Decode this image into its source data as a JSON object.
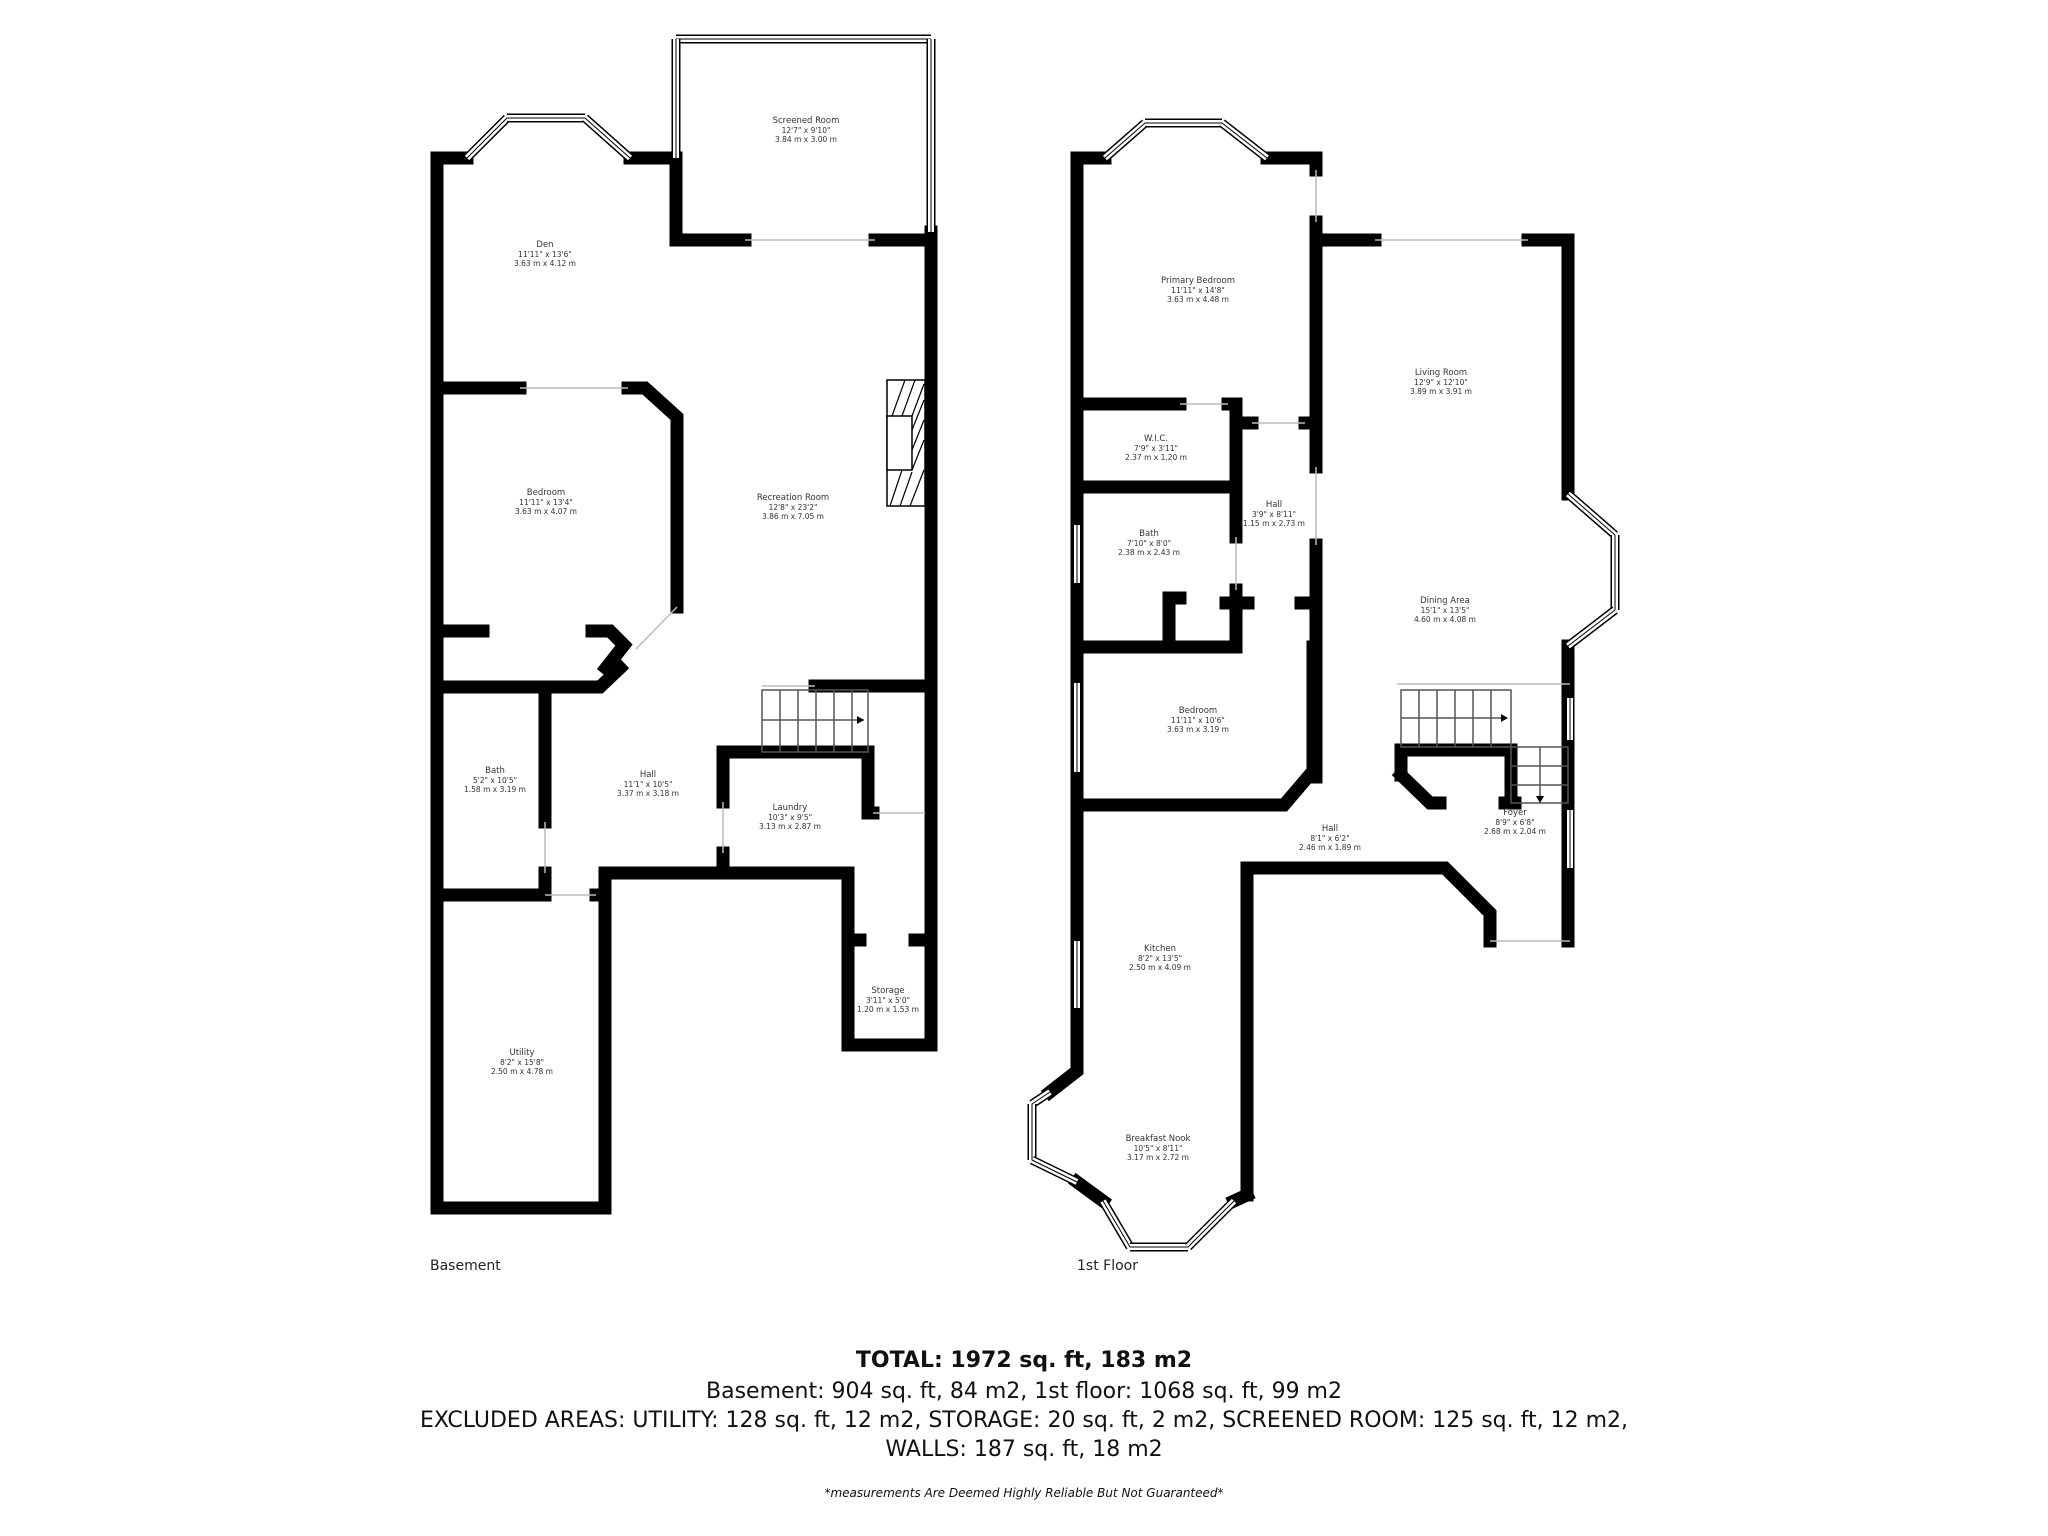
{
  "basement": {
    "label": "Basement",
    "rooms": [
      {
        "name": "Screened Room",
        "imperial": "12'7\" x 9'10\"",
        "metric": "3.84 m x 3.00 m"
      },
      {
        "name": "Den",
        "imperial": "11'11\" x 13'6\"",
        "metric": "3.63 m x 4.12 m"
      },
      {
        "name": "Bedroom",
        "imperial": "11'11\" x 13'4\"",
        "metric": "3.63 m x 4.07 m"
      },
      {
        "name": "Recreation Room",
        "imperial": "12'8\" x 23'2\"",
        "metric": "3.86 m x 7.05 m"
      },
      {
        "name": "Bath",
        "imperial": "5'2\" x 10'5\"",
        "metric": "1.58 m x 3.19 m"
      },
      {
        "name": "Hall",
        "imperial": "11'1\" x 10'5\"",
        "metric": "3.37 m x 3.18 m"
      },
      {
        "name": "Laundry",
        "imperial": "10'3\" x 9'5\"",
        "metric": "3.13 m x 2.87 m"
      },
      {
        "name": "Storage",
        "imperial": "3'11\" x 5'0\"",
        "metric": "1.20 m x 1.53 m"
      },
      {
        "name": "Utility",
        "imperial": "8'2\" x 15'8\"",
        "metric": "2.50 m x 4.78 m"
      }
    ]
  },
  "first_floor": {
    "label": "1st Floor",
    "rooms": [
      {
        "name": "Primary Bedroom",
        "imperial": "11'11\" x 14'8\"",
        "metric": "3.63 m x 4.48 m"
      },
      {
        "name": "Living Room",
        "imperial": "12'9\" x 12'10\"",
        "metric": "3.89 m x 3.91 m"
      },
      {
        "name": "W.I.C.",
        "imperial": "7'9\" x 3'11\"",
        "metric": "2.37 m x 1.20 m"
      },
      {
        "name": "Hall",
        "imperial": "3'9\" x 8'11\"",
        "metric": "1.15 m x 2.73 m"
      },
      {
        "name": "Bath",
        "imperial": "7'10\" x 8'0\"",
        "metric": "2.38 m x 2.43 m"
      },
      {
        "name": "Dining Area",
        "imperial": "15'1\" x 13'5\"",
        "metric": "4.60 m x 4.08 m"
      },
      {
        "name": "Bedroom",
        "imperial": "11'11\" x 10'6\"",
        "metric": "3.63 m x 3.19 m"
      },
      {
        "name": "Hall",
        "imperial": "8'1\" x 6'2\"",
        "metric": "2.46 m x 1.89 m"
      },
      {
        "name": "Foyer",
        "imperial": "8'9\" x 6'8\"",
        "metric": "2.68 m x 2.04 m"
      },
      {
        "name": "Kitchen",
        "imperial": "8'2\" x 13'5\"",
        "metric": "2.50 m x 4.09 m"
      },
      {
        "name": "Breakfast Nook",
        "imperial": "10'5\" x 8'11\"",
        "metric": "3.17 m x 2.72 m"
      }
    ]
  },
  "summary": {
    "total": "TOTAL: 1972 sq. ft, 183 m2",
    "floors": "Basement: 904 sq. ft, 84 m2, 1st floor: 1068 sq. ft, 99 m2",
    "excluded": "EXCLUDED AREAS: UTILITY: 128 sq. ft, 12 m2, STORAGE: 20 sq. ft, 2 m2, SCREENED ROOM: 125 sq. ft, 12 m2,",
    "walls": "WALLS: 187 sq. ft, 18 m2",
    "disclaimer": "*measurements Are Deemed Highly Reliable But Not Guaranteed*"
  }
}
